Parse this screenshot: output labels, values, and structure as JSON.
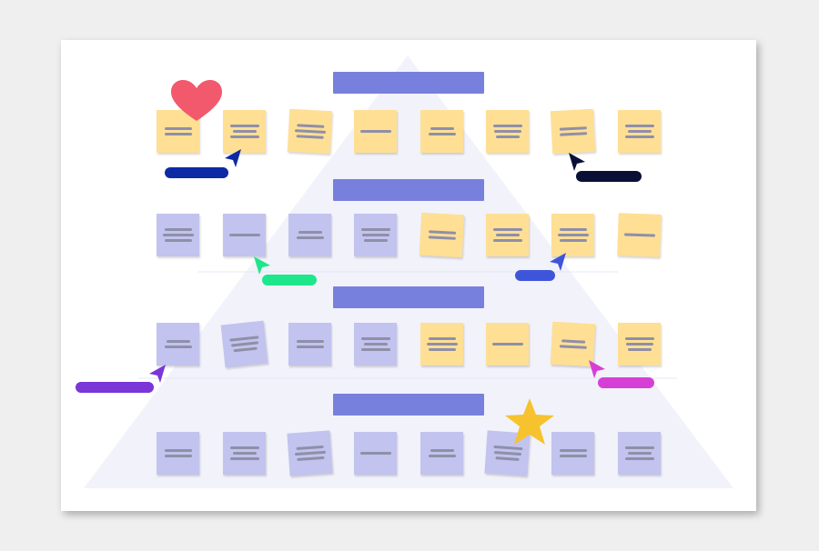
{
  "colors": {
    "background": "#efefef",
    "board": "#ffffff",
    "pyramid_fill": "#f2f2fb",
    "band": "#7880dd",
    "note_yellow": "#fedf94",
    "note_purple": "#c2c3ee",
    "note_line": "#8f8fa8"
  },
  "pyramid": {
    "levels": 4
  },
  "sections": [
    {
      "notes": [
        "yellow",
        "yellow",
        "yellow",
        "yellow",
        "yellow",
        "yellow",
        "yellow",
        "yellow"
      ]
    },
    {
      "notes": [
        "purple",
        "purple",
        "purple",
        "purple",
        "yellow",
        "yellow",
        "yellow",
        "yellow"
      ]
    },
    {
      "notes": [
        "purple",
        "purple",
        "purple",
        "purple",
        "yellow",
        "yellow",
        "yellow",
        "yellow"
      ]
    },
    {
      "notes": [
        "purple",
        "purple",
        "purple",
        "purple",
        "purple",
        "purple",
        "purple",
        "purple"
      ]
    }
  ],
  "cursors": [
    {
      "name": "cursor-navy",
      "color": "#0d2aa6"
    },
    {
      "name": "cursor-black",
      "color": "#0a0f36"
    },
    {
      "name": "cursor-green",
      "color": "#1ee68a"
    },
    {
      "name": "cursor-blue",
      "color": "#3f55d9"
    },
    {
      "name": "cursor-violet",
      "color": "#7a36d8"
    },
    {
      "name": "cursor-magenta",
      "color": "#d63fd6"
    }
  ],
  "decorations": [
    {
      "name": "heart-icon",
      "color": "#f2596d"
    },
    {
      "name": "star-icon",
      "color": "#f6c32e"
    }
  ]
}
